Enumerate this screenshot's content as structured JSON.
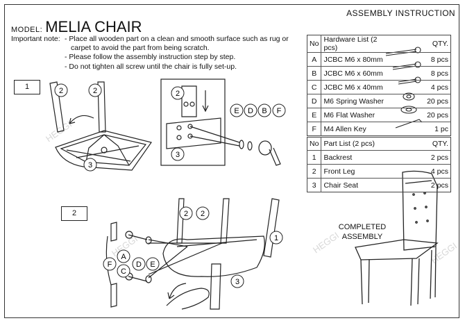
{
  "header": {
    "model_label": "MODEL:",
    "model_name": "MELIA CHAIR",
    "assembly_title": "ASSEMBLY INSTRUCTION"
  },
  "notes": {
    "label": "Important note:",
    "items": [
      "- Place all wooden part on a clean and smooth surface such as rug or carpet to avoid the part from being scratch.",
      "- Please follow the assembly instruction step by step.",
      "- Do not tighten all screw until the chair is fully set-up."
    ]
  },
  "hardware": {
    "col_no": "No",
    "col_name": "Hardware List (2 pcs)",
    "col_qty": "QTY.",
    "rows": [
      {
        "no": "A",
        "name": "JCBC M6 x 80mm",
        "qty": "8 pcs",
        "icon": "long-bolt-icon"
      },
      {
        "no": "B",
        "name": "JCBC M6 x 60mm",
        "qty": "8 pcs",
        "icon": "medium-bolt-icon"
      },
      {
        "no": "C",
        "name": "JCBC M6 x 40mm",
        "qty": "4 pcs",
        "icon": "short-bolt-icon"
      },
      {
        "no": "D",
        "name": "M6 Spring Washer",
        "qty": "20 pcs",
        "icon": "spring-washer-icon"
      },
      {
        "no": "E",
        "name": "M6 Flat Washer",
        "qty": "20 pcs",
        "icon": "flat-washer-icon"
      },
      {
        "no": "F",
        "name": "M4 Allen Key",
        "qty": "1 pc",
        "icon": "allen-key-icon"
      }
    ]
  },
  "parts": {
    "col_no": "No",
    "col_name": "Part List (2 pcs)",
    "col_qty": "QTY.",
    "rows": [
      {
        "no": "1",
        "name": "Backrest",
        "qty": "2 pcs"
      },
      {
        "no": "2",
        "name": "Front Leg",
        "qty": "4 pcs"
      },
      {
        "no": "3",
        "name": "Chair Seat",
        "qty": "2 pcs"
      }
    ]
  },
  "steps": {
    "step1": "1",
    "step2": "2"
  },
  "callouts": {
    "front_leg": "2",
    "seat": "3",
    "backrest": "1",
    "a": "A",
    "b": "B",
    "c": "C",
    "d": "D",
    "e": "E",
    "f": "F"
  },
  "completed": {
    "line1": "COMPLETED",
    "line2": "ASSEMBLY"
  },
  "watermark": "HEGGI"
}
